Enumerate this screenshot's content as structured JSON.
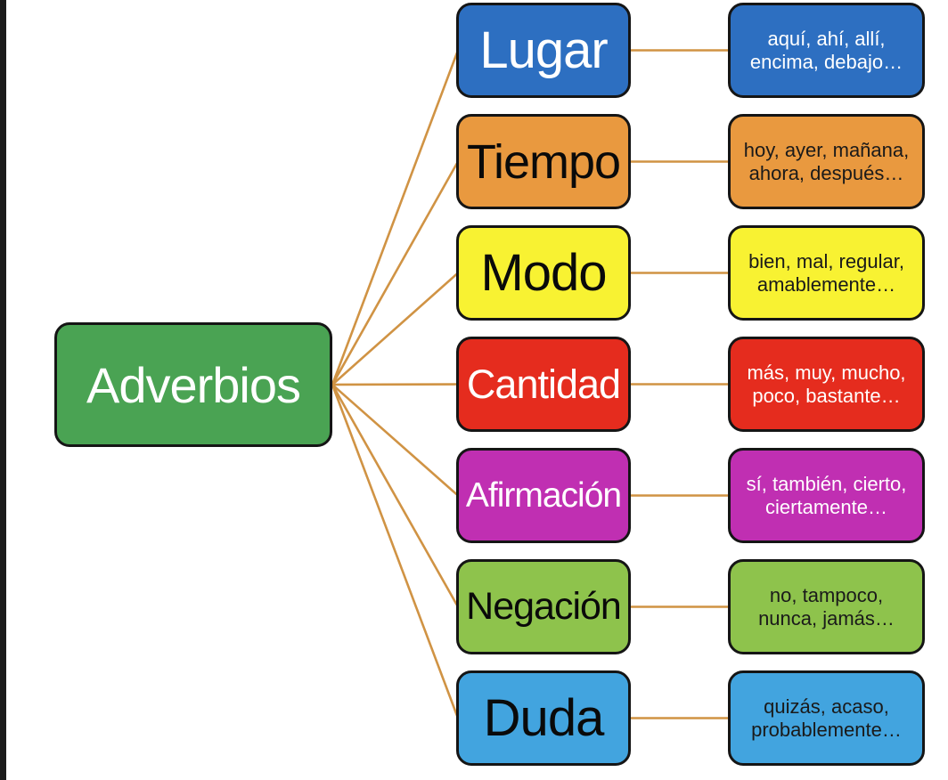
{
  "page": {
    "background_color": "#ffffff",
    "left_strip_color": "#1c1c1c",
    "border_color": "#151515",
    "connector_color": "#d09344"
  },
  "root": {
    "label": "Adverbios",
    "color": "#4aa353",
    "label_color": "#ffffff"
  },
  "categories": [
    {
      "label": "Lugar",
      "examples": "aquí, ahí, allí, encima, debajo…",
      "color": "#2d6fc1",
      "label_color": "#ffffff",
      "examples_color": "#ffffff"
    },
    {
      "label": "Tiempo",
      "examples": "hoy, ayer, mañana, ahora, después…",
      "color": "#e9993f",
      "label_color": "#0a0a0a",
      "examples_color": "#1a1a1a"
    },
    {
      "label": "Modo",
      "examples": "bien, mal, regular, amablemente…",
      "color": "#f8f232",
      "label_color": "#0a0a0a",
      "examples_color": "#1a1a1a"
    },
    {
      "label": "Cantidad",
      "examples": "más, muy, mucho, poco, bastante…",
      "color": "#e52c1e",
      "label_color": "#ffffff",
      "examples_color": "#ffffff"
    },
    {
      "label": "Afirmación",
      "examples": "sí, también, cierto, ciertamente…",
      "color": "#c02fb2",
      "label_color": "#ffffff",
      "examples_color": "#ffffff"
    },
    {
      "label": "Negación",
      "examples": "no, tampoco, nunca, jamás…",
      "color": "#8ec34c",
      "label_color": "#0a0a0a",
      "examples_color": "#1a1a1a"
    },
    {
      "label": "Duda",
      "examples": "quizás, acaso, probablemente…",
      "color": "#42a4df",
      "label_color": "#0a0a0a",
      "examples_color": "#1a1a1a"
    }
  ]
}
